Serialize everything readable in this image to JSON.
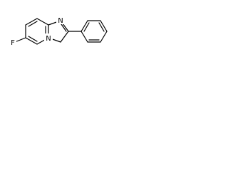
{
  "atoms": {
    "fluorine": "F",
    "n_imidazole": "N",
    "n_bridgehead": "N"
  },
  "colors": {
    "bond": "#000000",
    "label": "#000000",
    "background": "#ffffff"
  }
}
